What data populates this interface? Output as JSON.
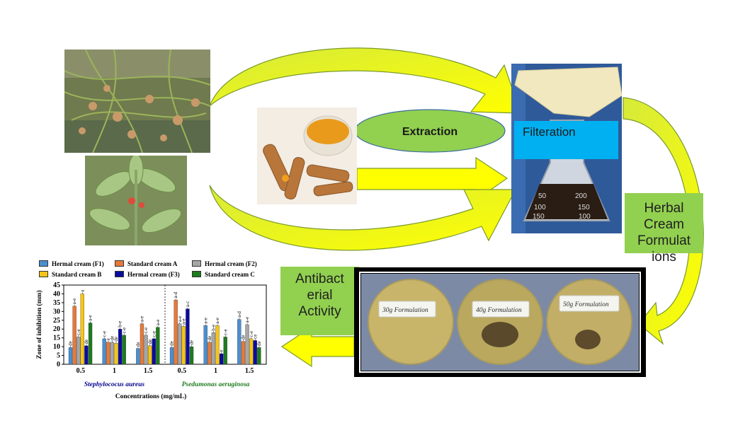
{
  "labels": {
    "extraction": "Extraction",
    "filteration": "Filteration",
    "herbal_cream": "Herbal Cream Formulat ions",
    "antibacterial": "Antibact erial Activity"
  },
  "petri_labels": [
    "30g Formulation",
    "40g Formulation",
    "50g Formulation"
  ],
  "colors": {
    "arrow_fill": "#ffff00",
    "arrow_edge": "#92d050",
    "green_box": "#92d050",
    "filter_box": "#00b0f0",
    "ellipse_fill": "#92d050"
  },
  "chart_data": {
    "type": "bar",
    "ylabel": "Zone of inhibition (mm)",
    "xlabel": "Concentrations (mg/mL)",
    "ylim": [
      0,
      45
    ],
    "yticks": [
      0,
      5,
      10,
      15,
      20,
      25,
      30,
      35,
      40,
      45
    ],
    "legend_position": "top",
    "groups": [
      {
        "name": "Stephylococus aureus",
        "color": "#00008b"
      },
      {
        "name": "Psedumonas aeruginosa",
        "color": "#1e7b1e"
      }
    ],
    "categories": [
      "0.5",
      "1",
      "1.5",
      "0.5",
      "1",
      "1.5"
    ],
    "series": [
      {
        "name": "Hermal cream (F1)",
        "color": "#4a8fd0",
        "values": [
          9.5,
          14.5,
          9,
          9.5,
          22,
          25.5
        ],
        "labels": [
          "de",
          "c-e",
          "de",
          "de",
          "a-e",
          "a-d"
        ]
      },
      {
        "name": "Standard cream A",
        "color": "#e67a3a",
        "values": [
          33,
          12.5,
          23,
          36.5,
          12.5,
          13
        ],
        "labels": [
          "a-e",
          "e",
          "a-e",
          "a-d",
          "de",
          "de"
        ]
      },
      {
        "name": "Hermal cream (F2)",
        "color": "#a6a6a6",
        "values": [
          15.5,
          12.5,
          16.5,
          23,
          18,
          22.5
        ],
        "labels": [
          "c-e",
          "de",
          "c-e",
          "a-e",
          "b-e",
          "a-e"
        ]
      },
      {
        "name": "Standard cream B",
        "color": "#f5c518",
        "values": [
          40,
          12,
          10.5,
          21.5,
          22,
          14.5
        ],
        "labels": [
          "a",
          "de",
          "de",
          "a-e",
          "a-e",
          "c-e"
        ]
      },
      {
        "name": "Hermal cream (F3)",
        "color": "#0b0b9e",
        "values": [
          10.5,
          20,
          14.5,
          31.5,
          6,
          13.5
        ],
        "labels": [
          "de",
          "b-e",
          "c-e",
          "a-c",
          "e",
          "ce"
        ]
      },
      {
        "name": "Standard cream C",
        "color": "#1e7b1e",
        "values": [
          23.5,
          16.5,
          21,
          10,
          15.5,
          9.5
        ],
        "labels": [
          "a-e",
          "c-e",
          "a-e",
          "de",
          "c-e",
          "de"
        ]
      }
    ]
  }
}
